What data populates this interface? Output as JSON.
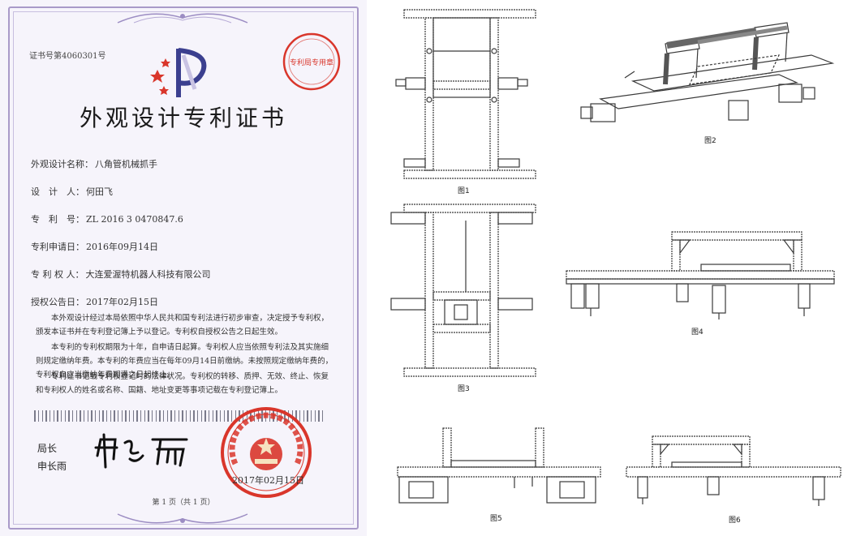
{
  "certificate": {
    "cert_number": "证书号第4060301号",
    "title": "外观设计专利证书",
    "seal_top_text": "专利局专用章",
    "fields": [
      {
        "label": "外观设计名称：",
        "value": "八角管机械抓手"
      },
      {
        "label": "设　计　人：",
        "value": "何田飞"
      },
      {
        "label": "专　利　号：",
        "value": "ZL 2016 3 0470847.6"
      },
      {
        "label": "专利申请日：",
        "value": "2016年09月14日"
      },
      {
        "label": "专 利 权 人：",
        "value": "大连爱渥特机器人科技有限公司"
      },
      {
        "label": "授权公告日：",
        "value": "2017年02月15日"
      }
    ],
    "paragraphs": [
      "本外观设计经过本局依照中华人民共和国专利法进行初步审查，决定授予专利权，颁发本证书并在专利登记簿上予以登记。专利权自授权公告之日起生效。",
      "本专利的专利权期限为十年，自申请日起算。专利权人应当依照专利法及其实施细则规定缴纳年费。本专利的年费应当在每年09月14日前缴纳。未按照规定缴纳年费的，专利权自应当缴纳年费期满之日起终止。",
      "专利证书记载专利权登记时的法律状况。专利权的转移、质押、无效、终止、恢复和专利权人的姓名或名称、国籍、地址变更等事项记载在专利登记簿上。"
    ],
    "signer_title": "局长",
    "signer_name": "申长雨",
    "seal_date": "2017年02月15日",
    "page_number": "第 1 页（共 1 页）"
  },
  "figures": [
    {
      "caption": "图1"
    },
    {
      "caption": "图2"
    },
    {
      "caption": "图3"
    },
    {
      "caption": "图4"
    },
    {
      "caption": "图5"
    },
    {
      "caption": "图6"
    }
  ],
  "colors": {
    "frame": "#a99ac9",
    "seal_red": "#d9362b",
    "logo_blue": "#3b3f8f",
    "line": "#3a3a3a"
  }
}
